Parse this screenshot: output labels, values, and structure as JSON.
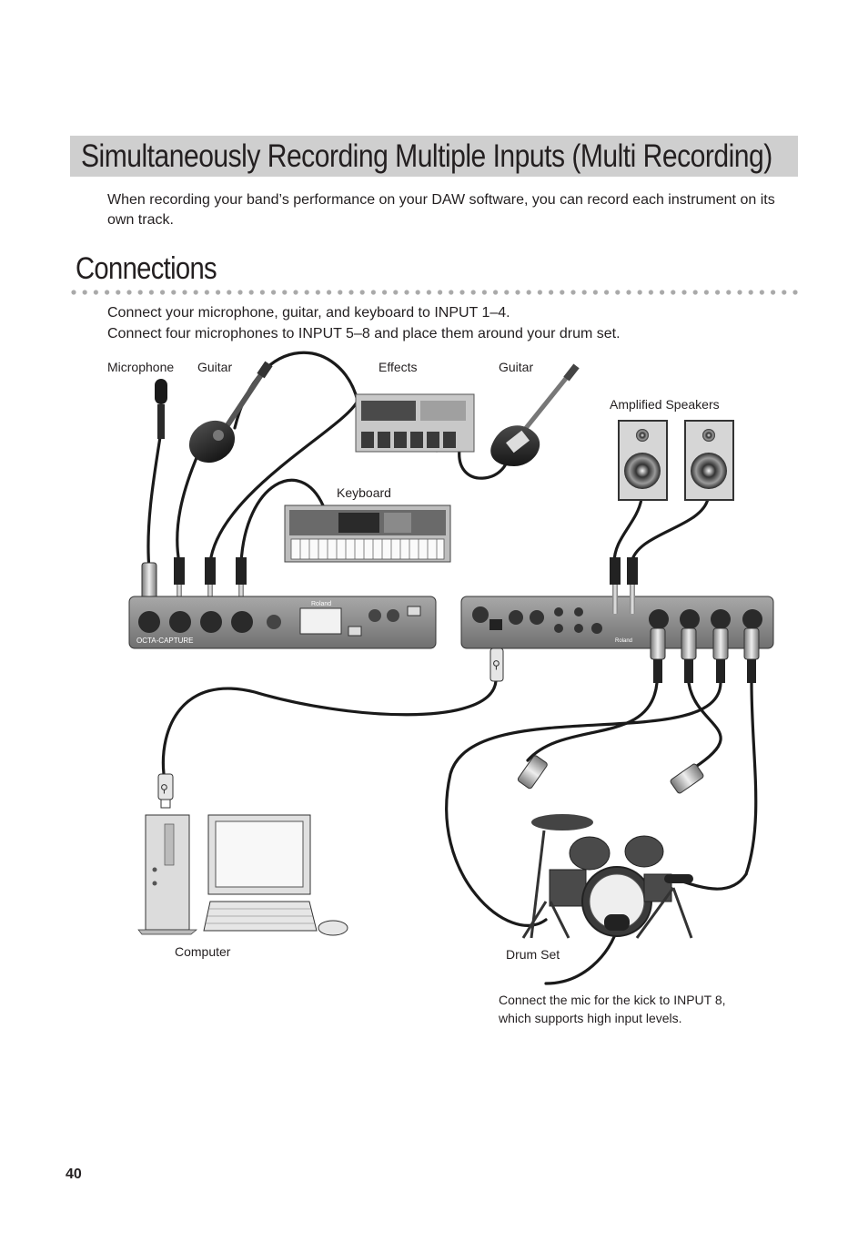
{
  "page": {
    "title": "Simultaneously Recording Multiple Inputs (Multi Recording)",
    "intro": "When recording your band’s performance on your DAW software, you can record each instrument on its own track.",
    "section_title": "Connections",
    "instructions": [
      "Connect your microphone, guitar, and keyboard to INPUT 1–4.",
      "Connect four microphones to INPUT 5–8 and place them around your drum set."
    ],
    "page_number": "40"
  },
  "diagram": {
    "labels": {
      "microphone": "Microphone",
      "guitar_acoustic": "Guitar",
      "effects": "Effects",
      "guitar_electric": "Guitar",
      "amplified_speakers": "Amplified Speakers",
      "keyboard": "Keyboard",
      "computer": "Computer",
      "drum_set": "Drum Set"
    },
    "kick_note": "Connect the mic for the kick to INPUT 8, which supports high input levels.",
    "device_text": {
      "front_brand": "Roland",
      "front_model": "OCTA-CAPTURE",
      "rear_brand": "Roland"
    }
  }
}
